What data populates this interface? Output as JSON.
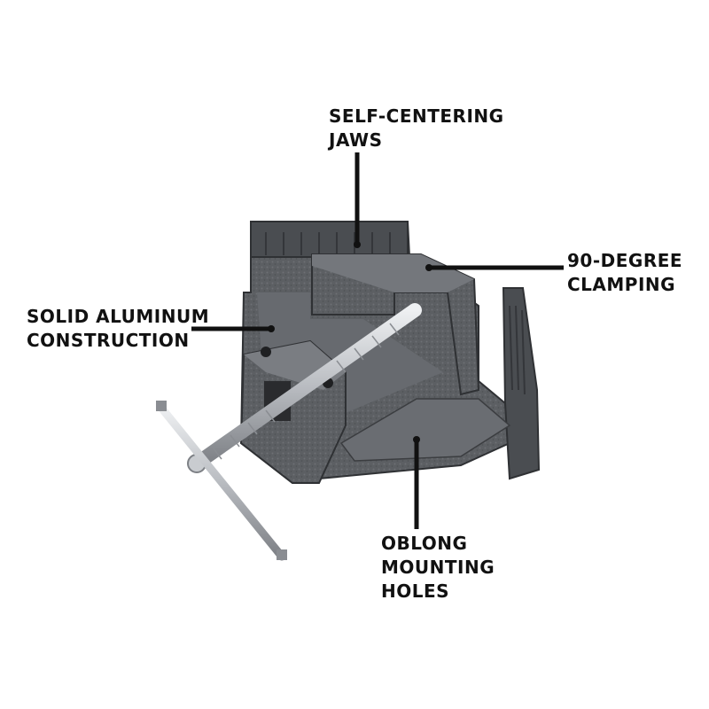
{
  "callouts": {
    "self_centering_jaws": "SELF-CENTERING\nJAWS",
    "ninety_degree_clamping": "90-DEGREE\nCLAMPING",
    "solid_aluminum_construction": "SOLID ALUMINUM\nCONSTRUCTION",
    "oblong_mounting_holes": "OBLONG\nMOUNTING\nHOLES"
  },
  "colors": {
    "background": "#ffffff",
    "text": "#111111",
    "leader_line": "#111111",
    "casting": "#5c5f63",
    "casting_dark": "#3b3d40",
    "casting_light": "#80838a",
    "steel": "#c9ccd0"
  }
}
